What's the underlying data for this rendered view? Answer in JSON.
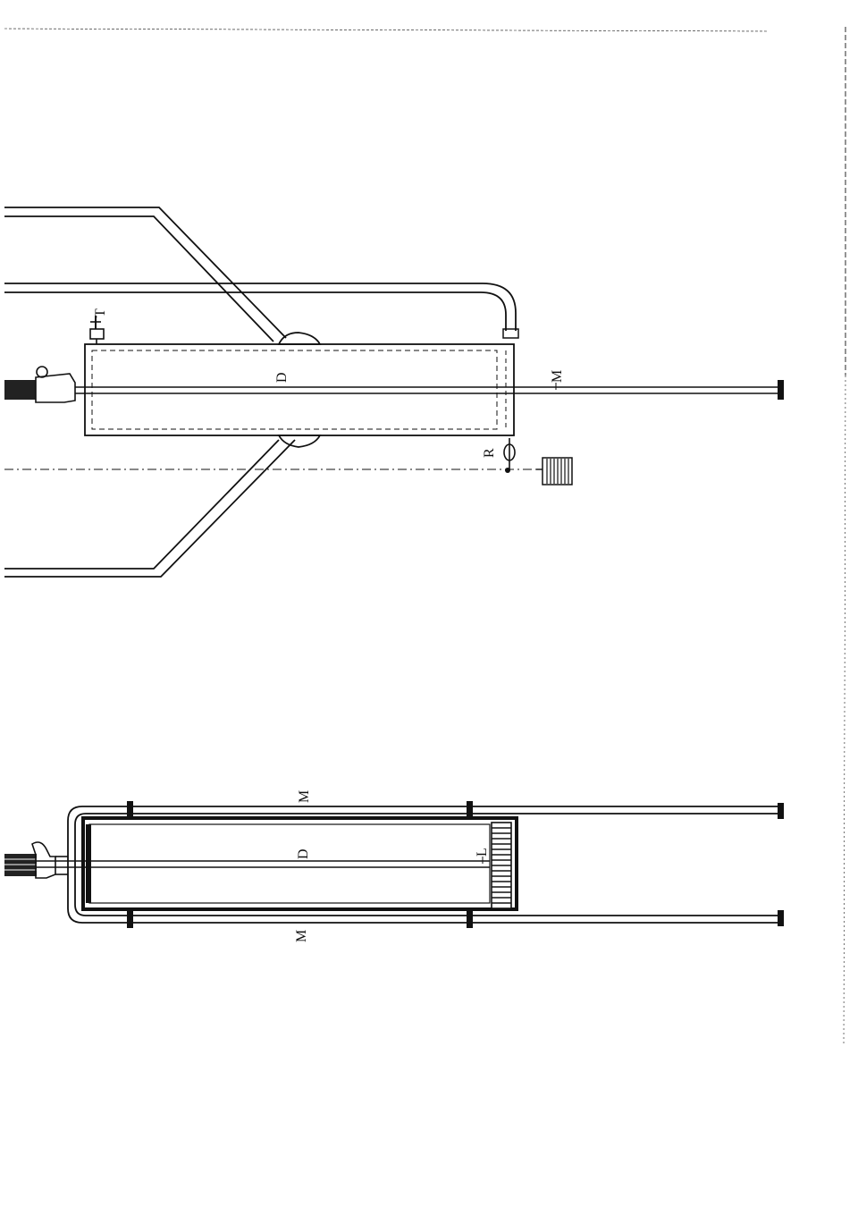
{
  "diagram": {
    "upper_view": {
      "labels": {
        "tap": "T",
        "box": "D",
        "rod": "M",
        "ring": "R"
      }
    },
    "lower_view": {
      "labels": {
        "rod_top": "M",
        "box": "D",
        "rack": "L",
        "rod_bottom": "M"
      }
    }
  }
}
